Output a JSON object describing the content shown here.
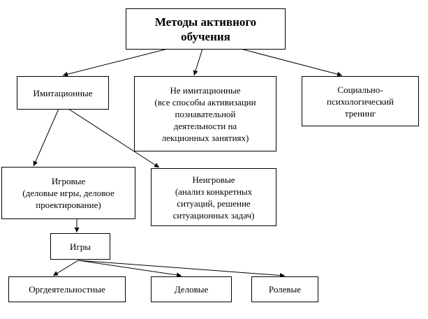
{
  "nodes": {
    "root": "Методы активного\nобучения",
    "imitational": "Имитационные",
    "non_imitational": "Не имитационные\n(все способы активизации\nпознавательной\nдеятельности на\nлекционных занятиях)",
    "socio": "Социально-\nпсихологический\nтренинг",
    "game": "Игровые\n(деловые игры, деловое\nпроектирование)",
    "non_game": "Неигровые\n(анализ конкретных\nситуаций, решение\nситуационных задач)",
    "games": "Игры",
    "org": "Оргдеятельностные",
    "business": "Деловые",
    "role": "Ролевые"
  },
  "edges": [
    {
      "from": "root",
      "to": "imitational"
    },
    {
      "from": "root",
      "to": "non_imitational"
    },
    {
      "from": "root",
      "to": "socio"
    },
    {
      "from": "imitational",
      "to": "game"
    },
    {
      "from": "imitational",
      "to": "non_game"
    },
    {
      "from": "game",
      "to": "games"
    },
    {
      "from": "games",
      "to": "org"
    },
    {
      "from": "games",
      "to": "business"
    },
    {
      "from": "games",
      "to": "role"
    }
  ],
  "colors": {
    "line": "#000000",
    "border": "#000000",
    "background": "#ffffff"
  }
}
